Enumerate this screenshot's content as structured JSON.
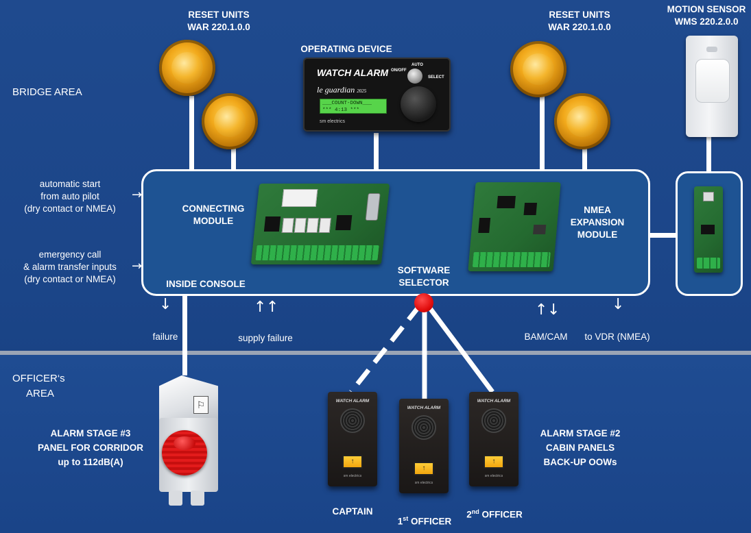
{
  "areas": {
    "bridge": "BRIDGE AREA",
    "officers_line1": "OFFICER‘s",
    "officers_line2": "AREA"
  },
  "reset_units_left": {
    "title": "RESET UNITS",
    "model": "WAR 220.1.0.0"
  },
  "reset_units_right": {
    "title": "RESET UNITS",
    "model": "WAR 220.1.0.0"
  },
  "operating_device": {
    "title": "OPERATING DEVICE",
    "screen_title": "WATCH ALARM",
    "brand_line": "le guardian",
    "brand_year": "2025",
    "lcd_line1": "___COUNT-DOWN___",
    "lcd_line2": "***   4:13   ***",
    "manufacturer": "sm electrics",
    "onoff": "ON/OFF",
    "auto": "AUTO",
    "select": "SELECT"
  },
  "motion_sensor": {
    "title": "MOTION SENSOR",
    "model": "WMS 220.2.0.0"
  },
  "inputs": {
    "auto_start": [
      "automatic start",
      "from auto pilot",
      "(dry contact or NMEA)"
    ],
    "emergency": [
      "emergency call",
      "& alarm transfer inputs",
      "(dry contact or NMEA)"
    ]
  },
  "console": {
    "connecting_module": [
      "CONNECTING",
      "MODULE"
    ],
    "nmea_module": [
      "NMEA",
      "EXPANSION",
      "MODULE"
    ],
    "inside_console": "INSIDE CONSOLE",
    "software_selector": [
      "SOFTWARE",
      "SELECTOR"
    ]
  },
  "signals": {
    "failure": "failure",
    "supply_failure": "supply failure",
    "bam_cam": "BAM/CAM",
    "to_vdr": "to VDR (NMEA)"
  },
  "alarm_stage_3": [
    "ALARM STAGE #3",
    "PANEL FOR CORRIDOR",
    "up to 112dB(A)"
  ],
  "alarm_stage_2": [
    "ALARM STAGE #2",
    "CABIN PANELS",
    "BACK-UP OOWs"
  ],
  "cabin_panels": {
    "panel_title": "WATCH ALARM",
    "panel_brand": "sm electrics",
    "captain": "CAPTAIN",
    "first_officer_num": "1",
    "first_officer_sup": "st",
    "first_officer_rest": " OFFICER",
    "second_officer_num": "2",
    "second_officer_sup": "nd",
    "second_officer_rest": " OFFICER"
  },
  "colors": {
    "background": "#1b4588",
    "line": "#ffffff",
    "selector_dot": "#e10d0d",
    "lamp": "#f1a81a",
    "lcd": "#57d44a"
  }
}
